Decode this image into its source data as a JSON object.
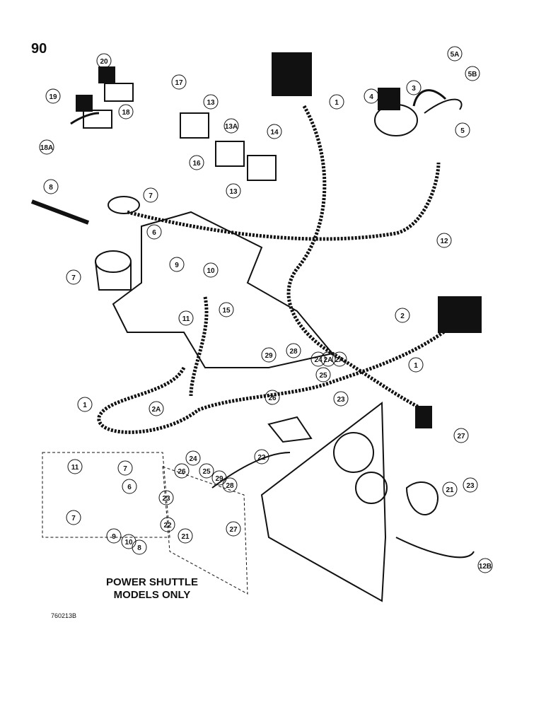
{
  "page_number": "90",
  "note_lines": [
    "POWER SHUTTLE",
    "MODELS ONLY"
  ],
  "figure_code": "760213B",
  "callouts": [
    "20",
    "19",
    "18",
    "18A",
    "17",
    "13",
    "13A",
    "14",
    "16",
    "13",
    "1",
    "3",
    "4",
    "5A",
    "5B",
    "5",
    "8",
    "7",
    "6",
    "7",
    "9",
    "10",
    "11",
    "15",
    "12",
    "2",
    "1",
    "2A",
    "29",
    "28",
    "24",
    "2A",
    "25",
    "26",
    "23",
    "1",
    "2A",
    "22",
    "27",
    "23",
    "21",
    "12B",
    "11",
    "7",
    "6",
    "7",
    "9",
    "10",
    "8",
    "24",
    "26",
    "25",
    "29",
    "28",
    "23",
    "22",
    "21",
    "27"
  ]
}
